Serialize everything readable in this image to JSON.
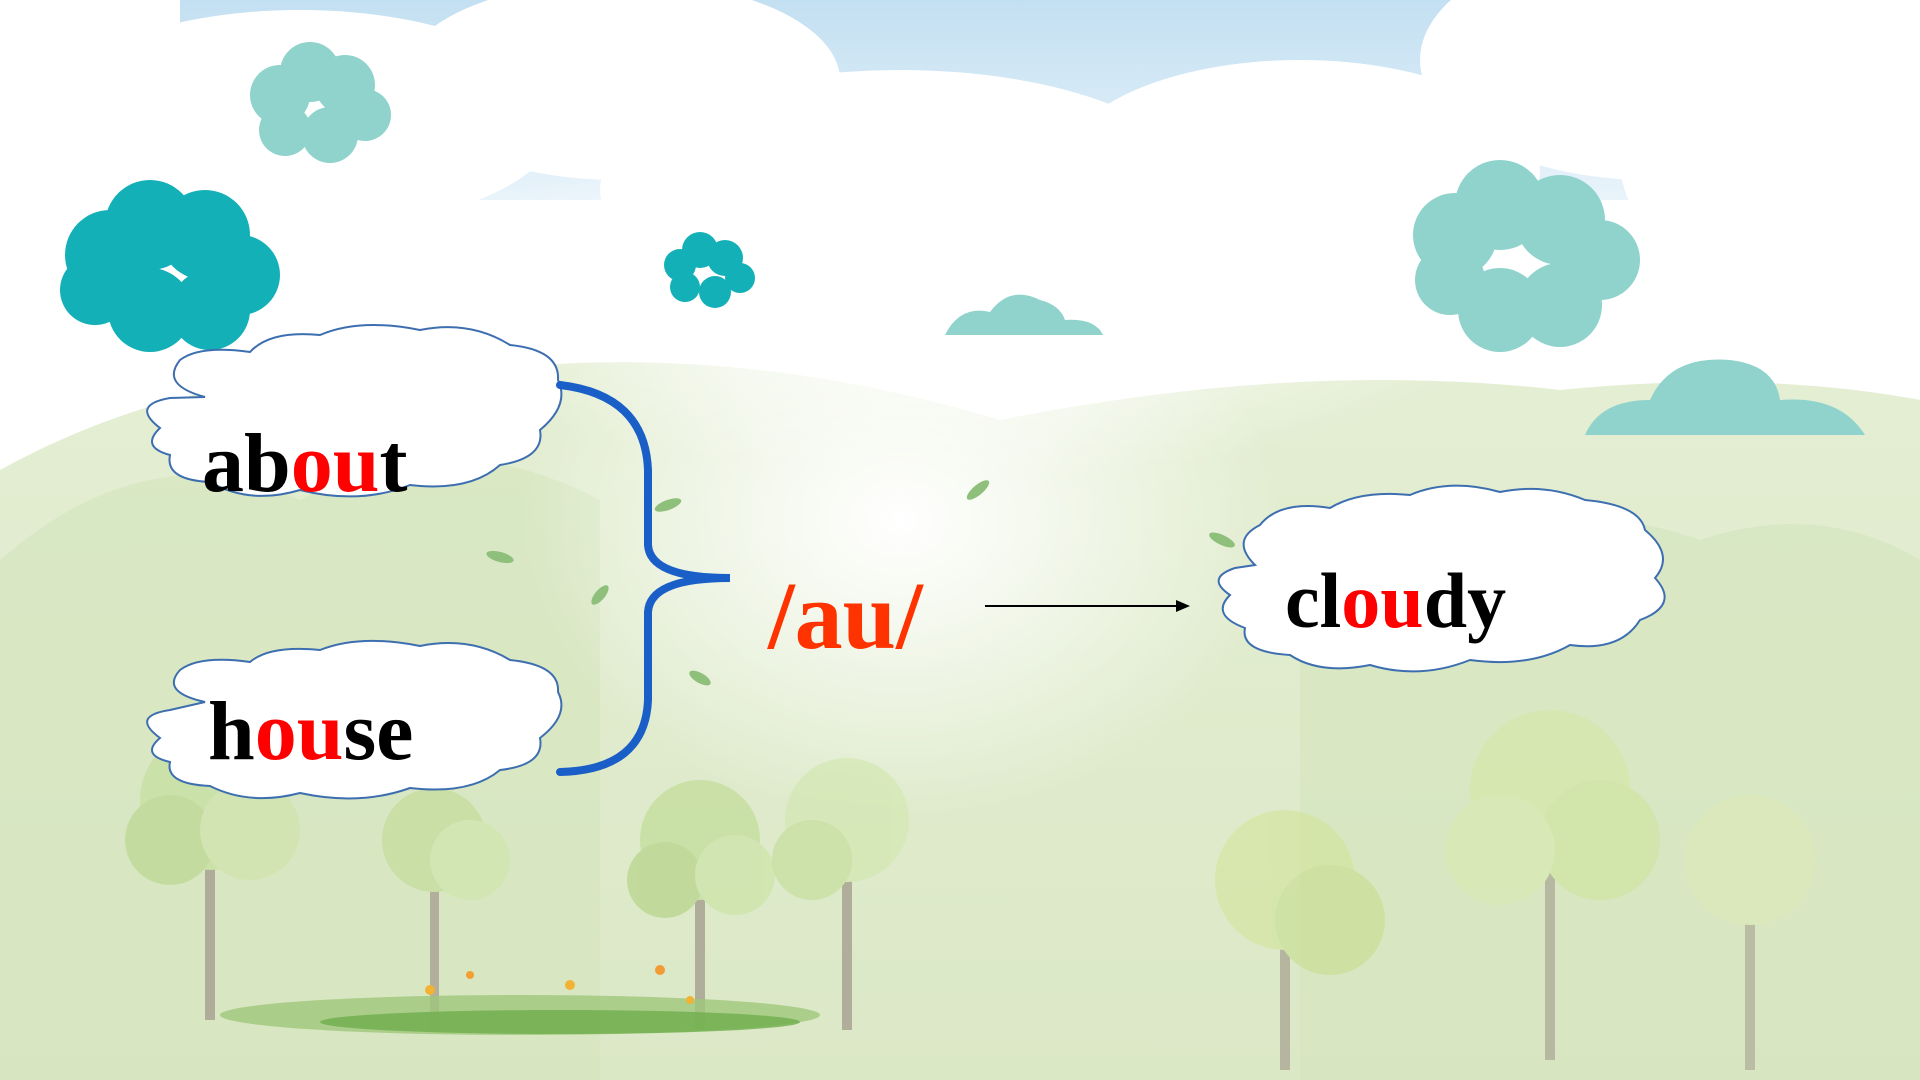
{
  "slide": {
    "words": {
      "about": {
        "parts": [
          "ab",
          "ou",
          "t"
        ]
      },
      "house": {
        "parts": [
          "h",
          "ou",
          "se"
        ]
      },
      "cloudy": {
        "parts": [
          "cl",
          "ou",
          "dy"
        ]
      }
    },
    "phoneme": "/au/"
  },
  "colors": {
    "highlight": "#ff0000",
    "phoneme": "#ff3300",
    "bracket": "#1a5fc7",
    "cloud_teal": "#14b0b8",
    "cloud_mint": "#8fd3cc",
    "bubble_outline": "#3d6fb0"
  },
  "icons": [
    "cloud-icon",
    "leaf-icon",
    "tree-icon",
    "grass-icon"
  ]
}
